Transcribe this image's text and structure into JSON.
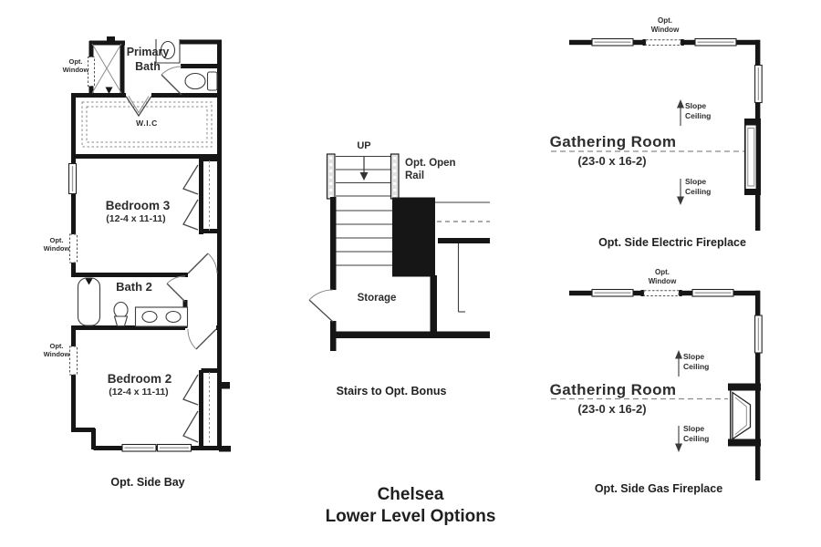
{
  "title": {
    "line1": "Chelsea",
    "line2": "Lower Level Options"
  },
  "shared": {
    "opt_window": "Opt. Window",
    "slope_ceiling": "Slope Ceiling"
  },
  "side_bay": {
    "caption": "Opt. Side Bay",
    "primary_bath": "Primary Bath",
    "wic": "W.I.C",
    "bedroom3": "Bedroom 3",
    "bedroom3_dims": "(12-4 x 11-11)",
    "bath2": "Bath 2",
    "bedroom2": "Bedroom 2",
    "bedroom2_dims": "(12-4 x 11-11)"
  },
  "stairs": {
    "caption": "Stairs to Opt. Bonus",
    "up": "UP",
    "open_rail": "Opt. Open Rail",
    "storage": "Storage"
  },
  "electric": {
    "caption": "Opt. Side Electric Fireplace",
    "room": "Gathering Room",
    "dims": "(23-0 x 16-2)"
  },
  "gas": {
    "caption": "Opt. Side Gas Fireplace",
    "room": "Gathering Room",
    "dims": "(23-0 x 16-2)"
  }
}
